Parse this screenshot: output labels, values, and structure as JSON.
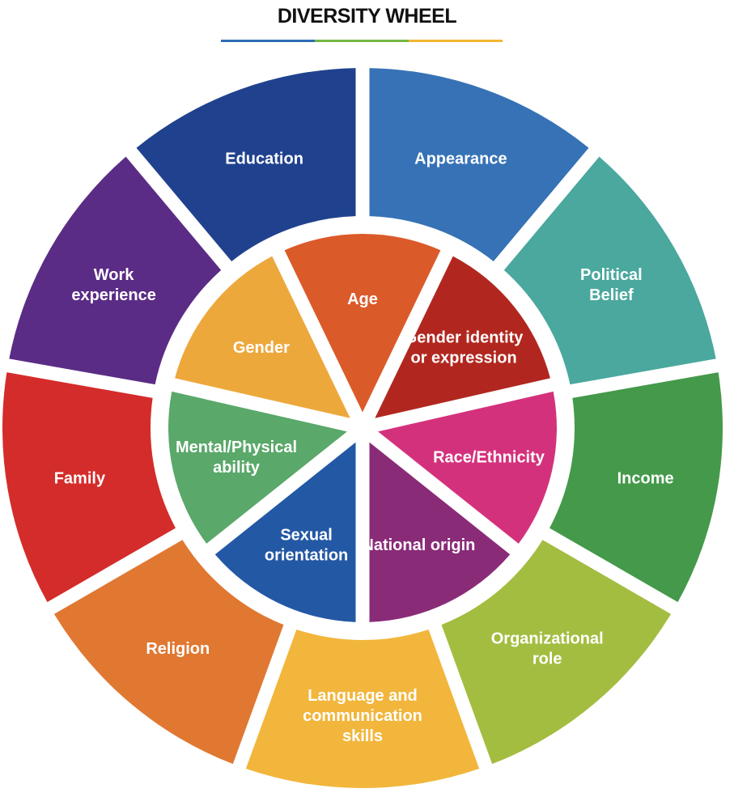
{
  "header": {
    "title": "DIVERSITY WHEEL",
    "rule_colors": [
      "#2e6db4",
      "#74b843",
      "#f2b535"
    ]
  },
  "outer_ring": [
    {
      "label": "Appearance",
      "color": "#3672b5"
    },
    {
      "label": "Political Belief",
      "color": "#4aa89e"
    },
    {
      "label": "Income",
      "color": "#44994a"
    },
    {
      "label": "Organizational role",
      "color": "#a3bd40"
    },
    {
      "label": "Language and communication skills",
      "color": "#f2b63c"
    },
    {
      "label": "Religion",
      "color": "#e07832"
    },
    {
      "label": "Family",
      "color": "#d42c2a"
    },
    {
      "label": "Work experience",
      "color": "#5b2c85"
    },
    {
      "label": "Education",
      "color": "#20428e"
    }
  ],
  "inner_ring": [
    {
      "label": "Age",
      "color": "#db5a2a"
    },
    {
      "label": "Gender identity or expression",
      "color": "#b1271f"
    },
    {
      "label": "Race/Ethnicity",
      "color": "#d4317c"
    },
    {
      "label": "National origin",
      "color": "#8a2b78"
    },
    {
      "label": "Sexual orientation",
      "color": "#2358a5"
    },
    {
      "label": "Mental/Physical ability",
      "color": "#5aa86a"
    },
    {
      "label": "Gender",
      "color": "#eda83c"
    }
  ]
}
